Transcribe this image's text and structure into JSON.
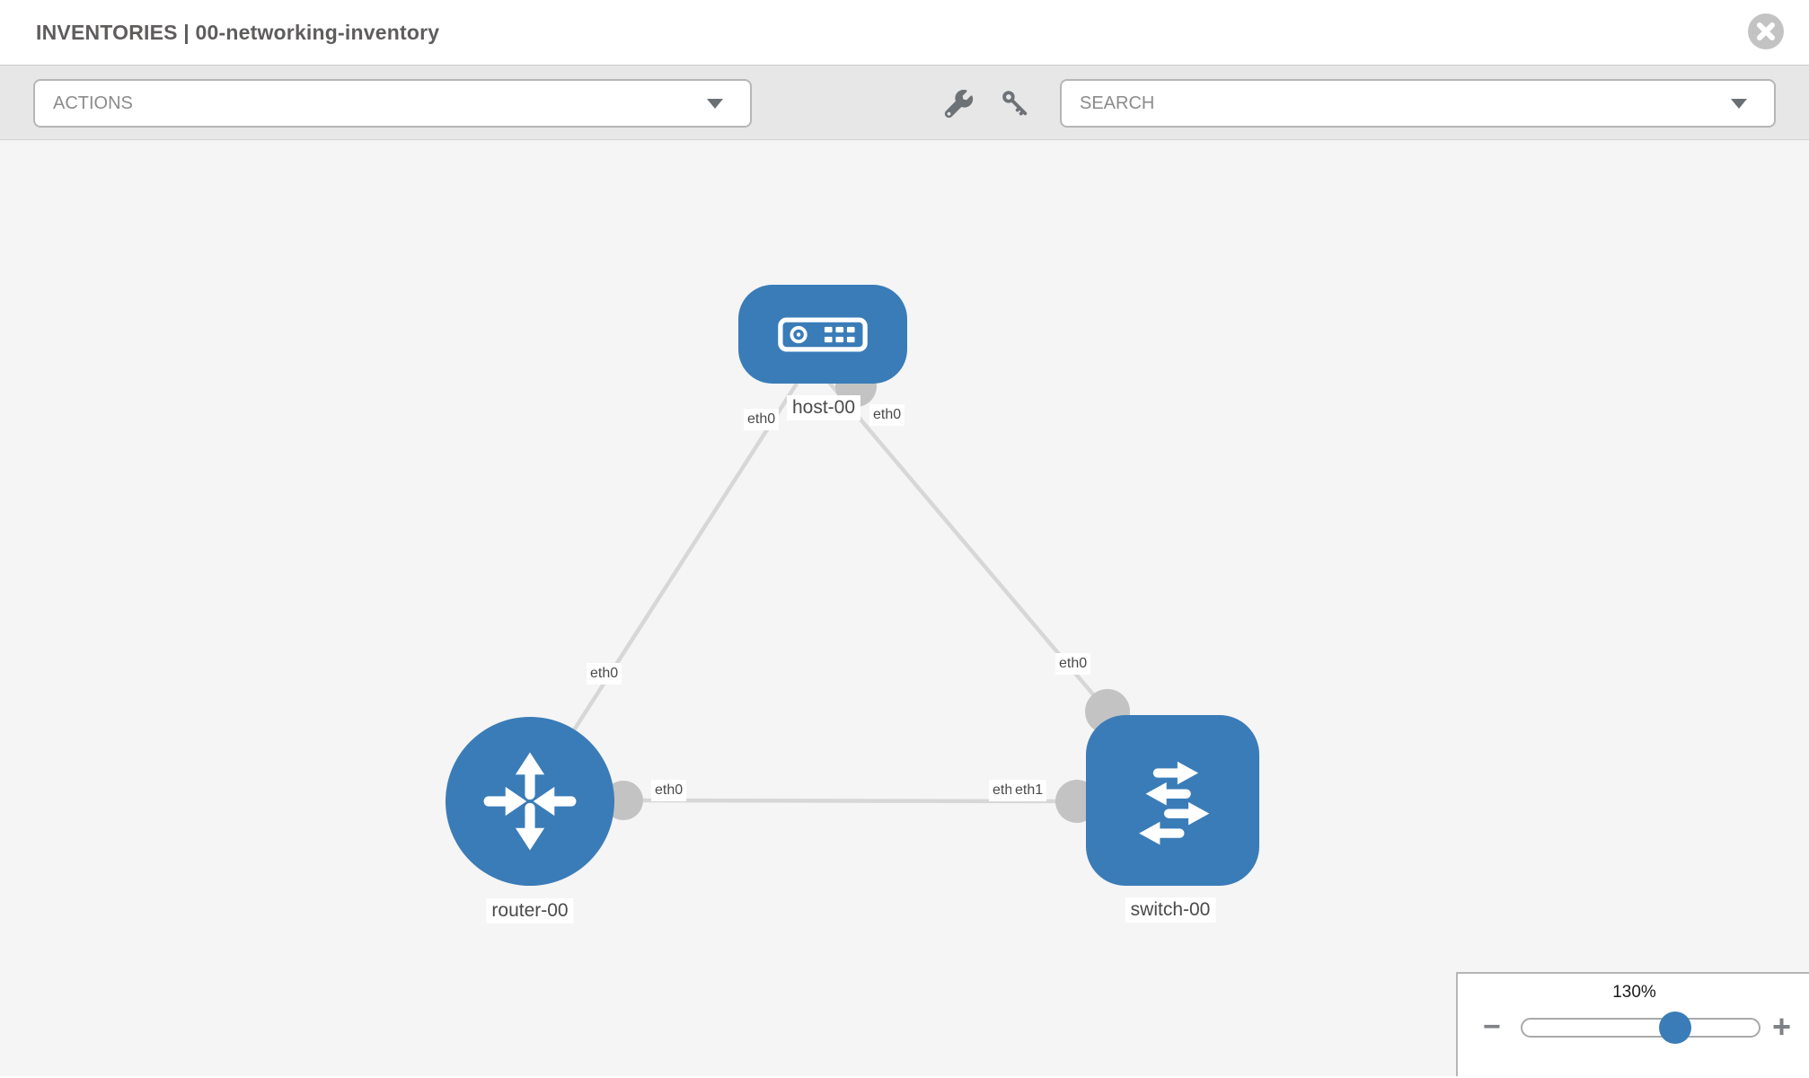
{
  "colors": {
    "accent_blue": "#3a7cb8",
    "canvas_bg": "#f5f5f5",
    "toolbar_bg": "#e7e7e7",
    "edge_gray": "#d7d7d7",
    "connector_gray": "#c3c3c3",
    "muted_text": "#8b8b8b",
    "title_text": "#5f5c5c",
    "label_text": "#4a4a4a"
  },
  "header": {
    "title": "INVENTORIES | 00-networking-inventory"
  },
  "toolbar": {
    "actions_label": "ACTIONS",
    "search_label": "SEARCH"
  },
  "topology": {
    "nodes": [
      {
        "id": "host-00",
        "type": "host",
        "label": "host-00"
      },
      {
        "id": "router-00",
        "type": "router",
        "label": "router-00"
      },
      {
        "id": "switch-00",
        "type": "switch",
        "label": "switch-00"
      }
    ],
    "links": [
      {
        "from": "router-00",
        "from_if": "eth0",
        "to": "host-00",
        "to_if": "eth0"
      },
      {
        "from": "switch-00",
        "from_if": "eth0",
        "to": "host-00",
        "to_if": "eth0"
      },
      {
        "from": "router-00",
        "from_if": "eth0",
        "to": "switch-00",
        "to_if": "eth1"
      }
    ],
    "overlapped_label": "eth0"
  },
  "zoom_control": {
    "value": "130%",
    "minus_glyph": "−",
    "plus_glyph": "+"
  }
}
